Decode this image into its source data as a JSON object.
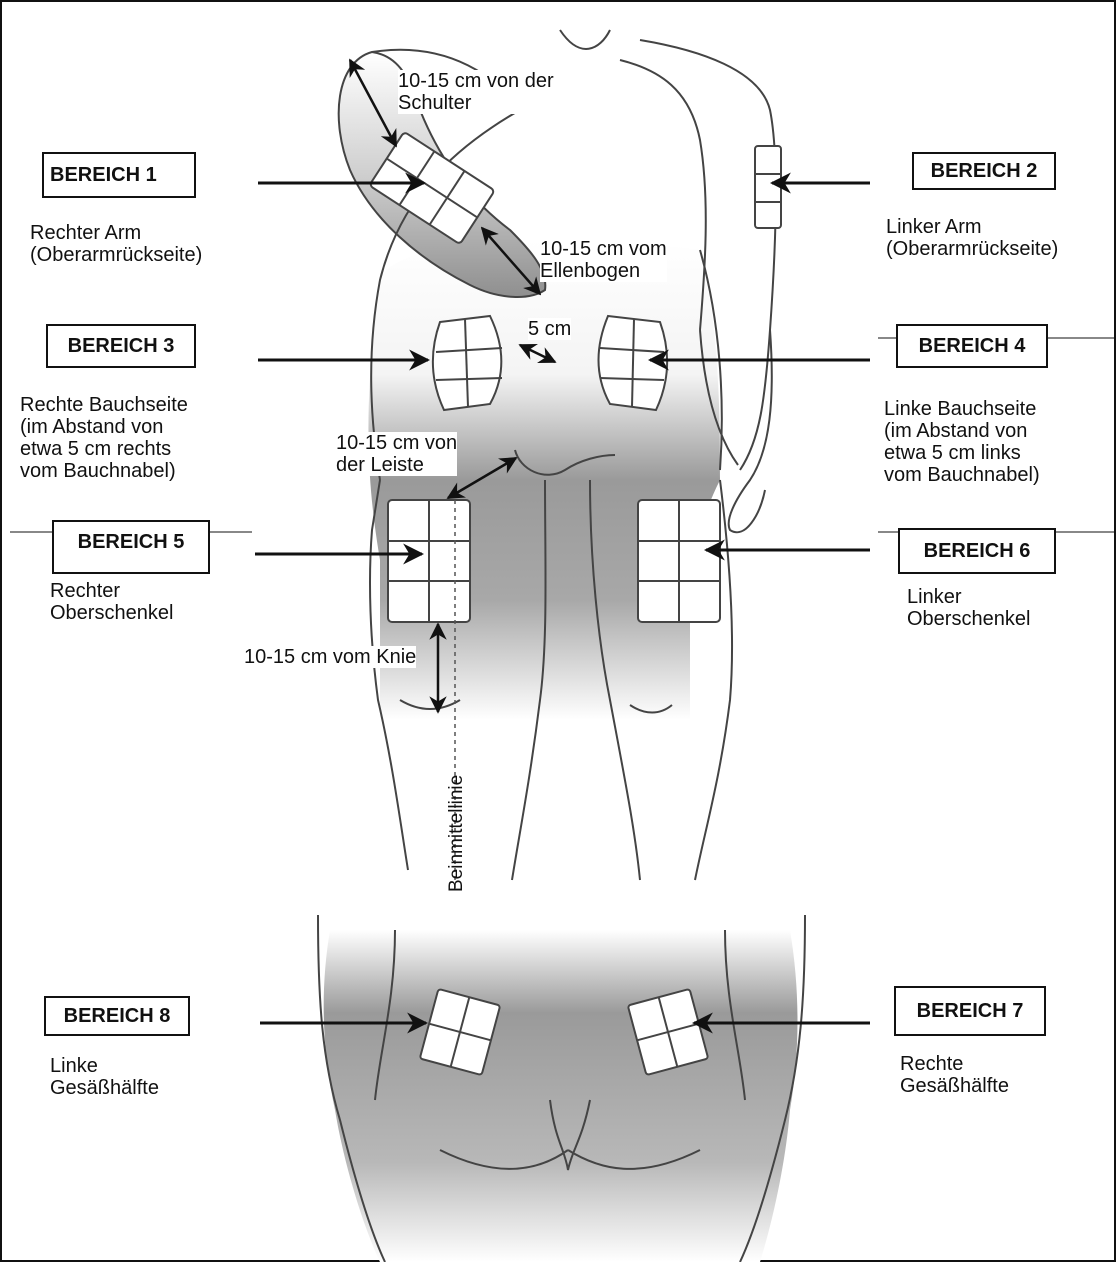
{
  "zones": [
    {
      "id": 1,
      "label": "BEREICH 1",
      "description": "Rechter Arm\n(Oberarmrückseite)"
    },
    {
      "id": 2,
      "label": "BEREICH 2",
      "description": "Linker Arm\n(Oberarmrückseite)"
    },
    {
      "id": 3,
      "label": "BEREICH 3",
      "description": "Rechte Bauchseite\n(im Abstand von\netwa 5 cm rechts\nvom Bauchnabel)"
    },
    {
      "id": 4,
      "label": "BEREICH 4",
      "description": "Linke Bauchseite\n(im Abstand von\netwa 5 cm links\nvom Bauchnabel)"
    },
    {
      "id": 5,
      "label": "BEREICH 5",
      "description": "Rechter\nOberschenkel"
    },
    {
      "id": 6,
      "label": "BEREICH 6",
      "description": "Linker\nOberschenkel"
    },
    {
      "id": 8,
      "label": "BEREICH 8",
      "description": "Linke\nGesäßhälfte"
    },
    {
      "id": 7,
      "label": "BEREICH 7",
      "description": "Rechte\nGesäßhälfte"
    }
  ],
  "measurements": {
    "shoulder": "10-15 cm von der\nSchulter",
    "elbow": "10-15 cm vom\nEllenbogen",
    "navel": "5 cm",
    "groin": "10-15 cm von\nder Leiste",
    "knee": "10-15 cm vom Knie",
    "leg_midline": "Beinmittellinie"
  },
  "colors": {
    "outline": "#111111",
    "body_shade": "#8c8c8c",
    "grid_fill": "#ffffff"
  }
}
